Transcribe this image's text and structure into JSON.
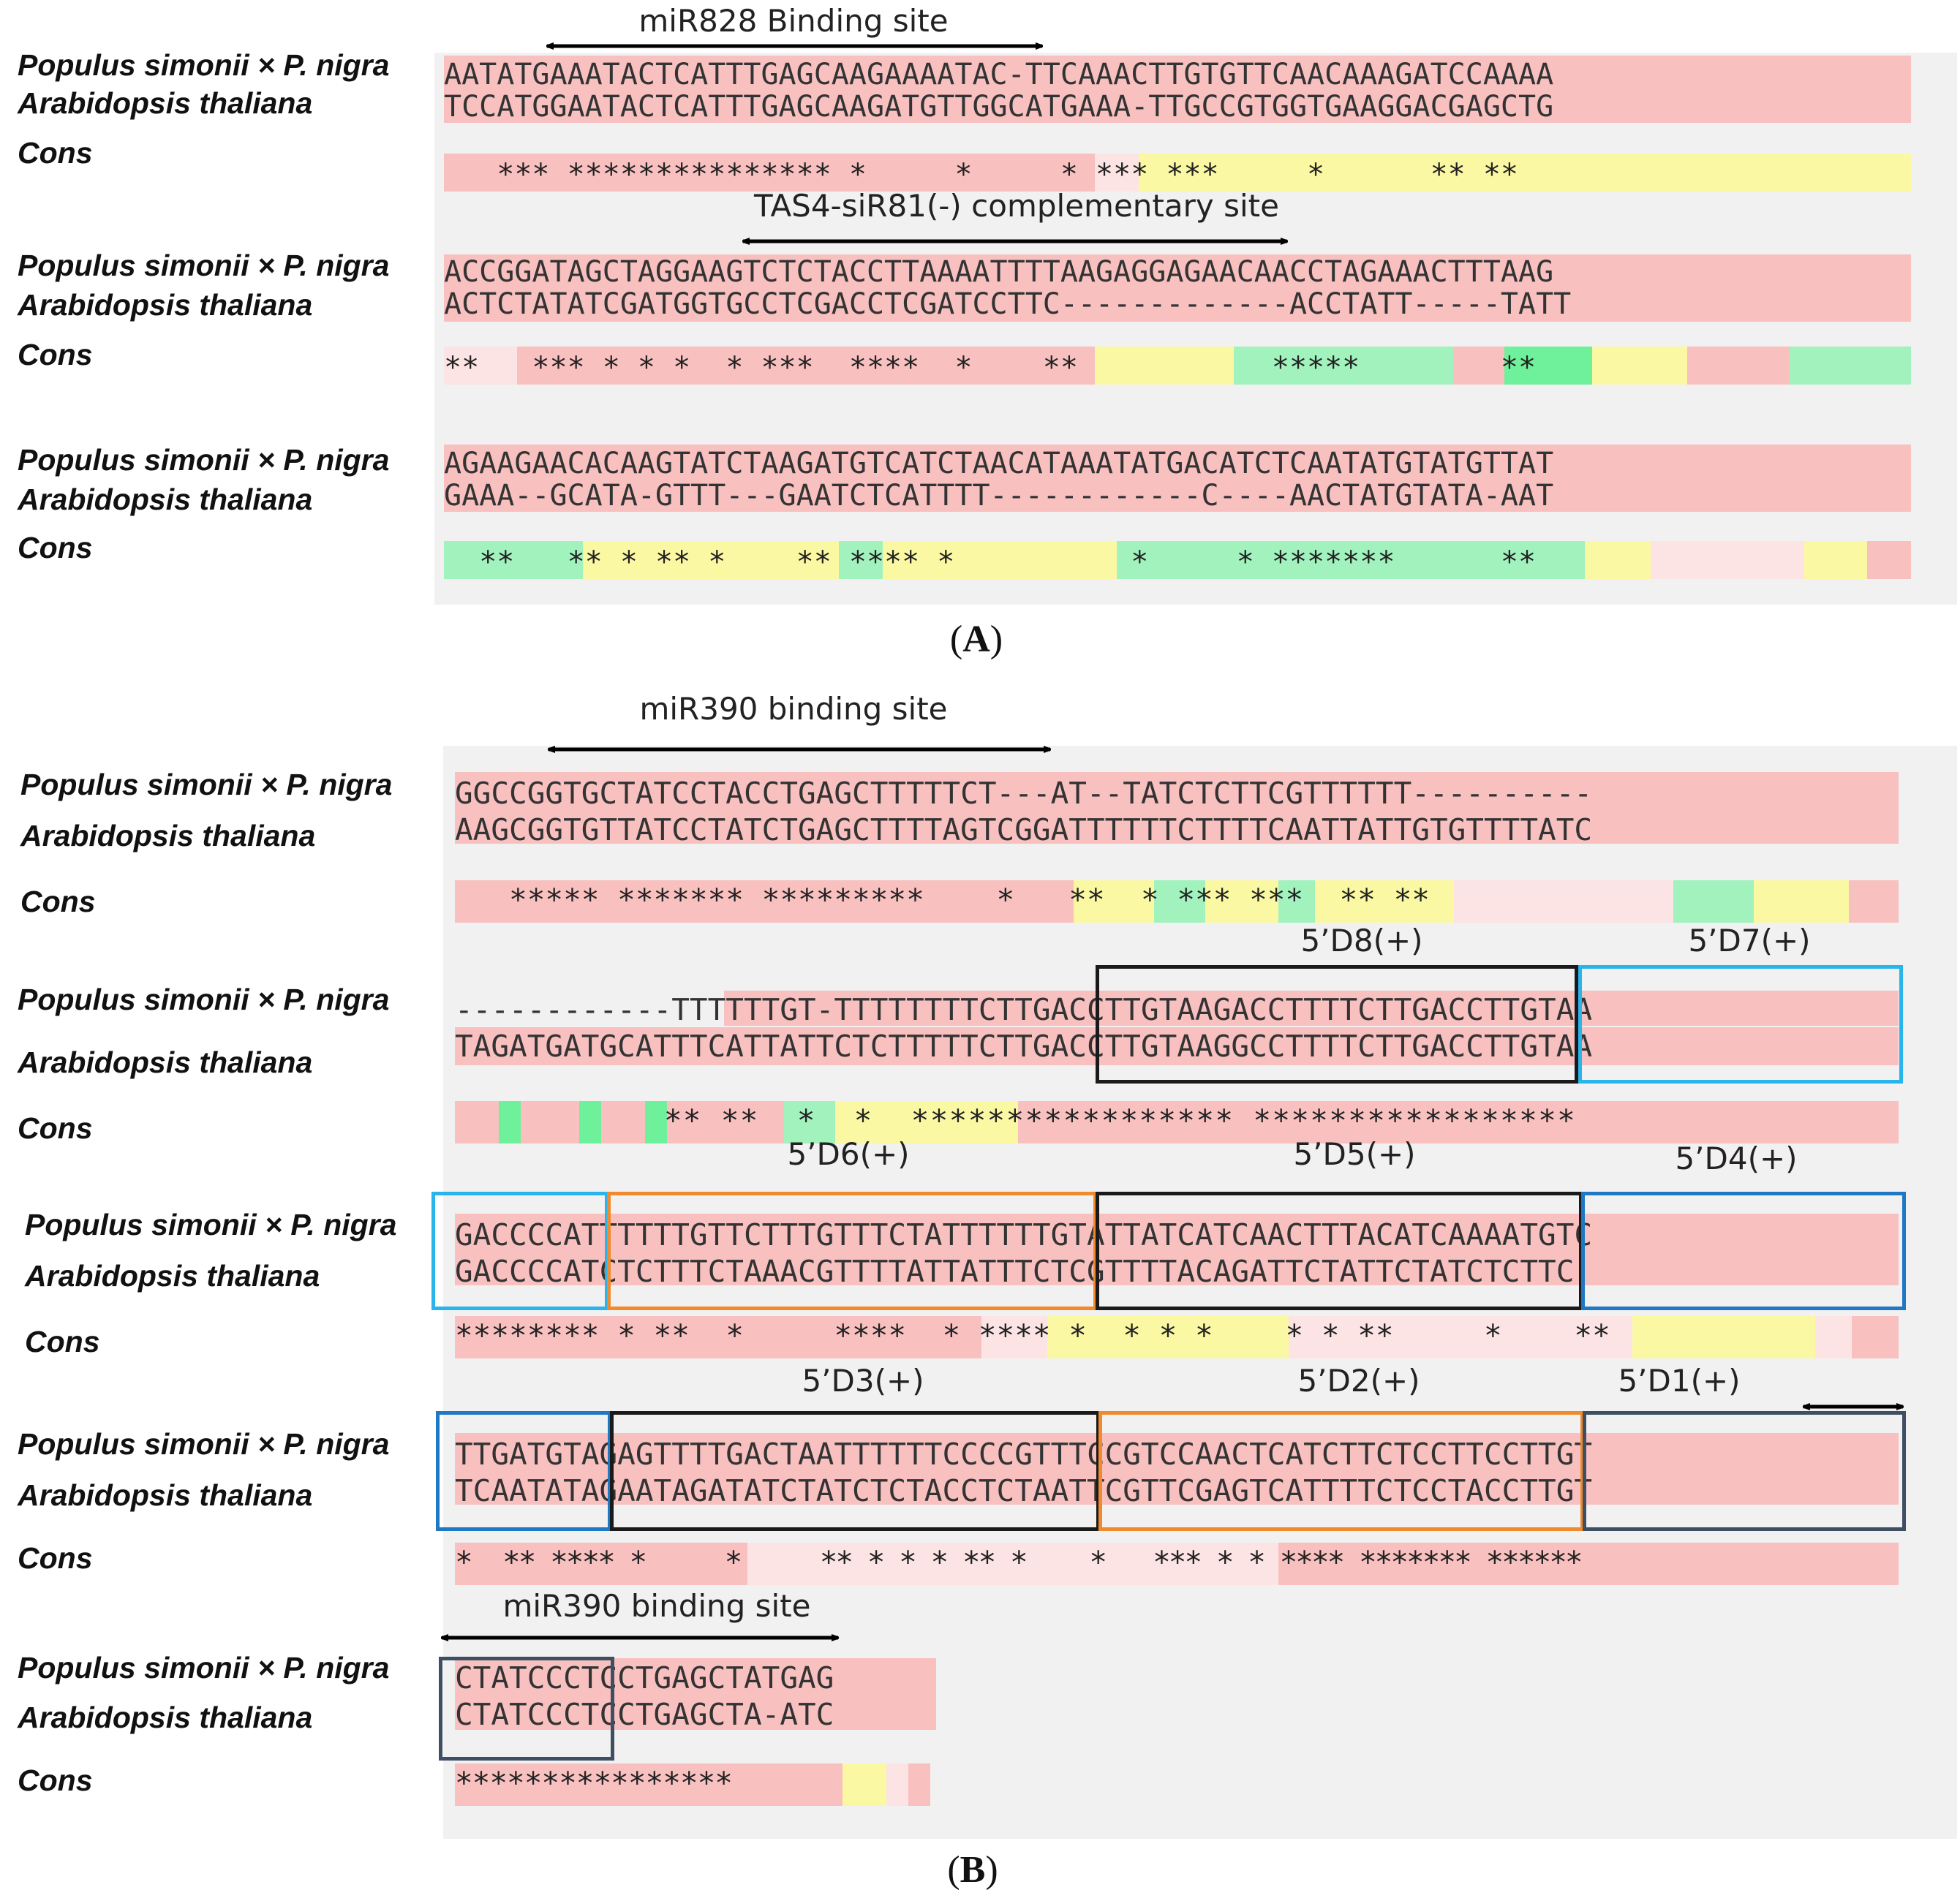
{
  "colors": {
    "pink": "#f9c0c0",
    "light_pink": "#fce4e4",
    "yellow": "#fbf8a4",
    "green": "#a2f2be",
    "dark_green": "#6ff09a",
    "box_black": "#1a1a1a",
    "box_light_blue": "#29b4ec",
    "box_orange": "#f08a2c",
    "box_blue": "#1f78c4",
    "box_slate": "#3f4f63"
  },
  "panel_a": {
    "letter": "A",
    "annotations": {
      "mir828": "miR828 Binding site",
      "tas4": "TAS4-siR81(-) complementary site"
    },
    "blocks": [
      {
        "species1": "Populus simonii × P. nigra",
        "species2": "Arabidopsis thaliana",
        "cons_label": "Cons",
        "seq1": "AATATGAAATACTCATTTGAGCAAGAAAATAC-TTCAAACTTGTGTTCAACAAAGATCCAAAA",
        "seq2": "TCCATGGAATACTCATTTGAGCAAGATGTTGGCATGAAA-TTGCCGTGGTGAAGGACGAGCTG",
        "cons": "   *** *************** *     *     * *** ***     *      ** **   "
      },
      {
        "species1": "Populus simonii × P. nigra",
        "species2": "Arabidopsis thaliana",
        "cons_label": "Cons",
        "seq1": "ACCGGATAGCTAGGAAGTCTCTACCTTAAAATTTTAAGAGGAGAACAACCTAGAAACTTTAAG",
        "seq2": "ACTCTATATCGATGGTGCCTCGACCTCGATCCTTC-------------ACCTATT-----TATT",
        "cons": "**   *** * * *  * ***  ****  *    **           *****        **  "
      },
      {
        "species1": "Populus simonii × P. nigra",
        "species2": "Arabidopsis thaliana",
        "cons_label": "Cons",
        "seq1": "AGAAGAACACAAGTATCTAAGATGTCATCTAACATAAATATGACATCTCAATATGTATGTTAT",
        "seq2": "GAAA--GCATA-GTTT---GAATCTCATTTT------------C----AACTATGTATA-AAT",
        "cons": "  **   ** * ** *    ** **** *          *     * *******      **   "
      }
    ]
  },
  "panel_b": {
    "letter": "B",
    "annotations": {
      "mir390_top": "miR390 binding site",
      "mir390_bottom": "miR390 binding site",
      "d8": "5’D8(+)",
      "d7": "5’D7(+)",
      "d6": "5’D6(+)",
      "d5": "5’D5(+)",
      "d4": "5’D4(+)",
      "d3": "5’D3(+)",
      "d2": "5’D2(+)",
      "d1": "5’D1(+)"
    },
    "blocks": [
      {
        "species1": "Populus simonii × P. nigra",
        "species2": "Arabidopsis thaliana",
        "cons_label": "Cons",
        "seq1": "GGCCGGTGCTATCCTACCTGAGCTTTTTCT---AT--TATCTCTTCGTTTTTT----------",
        "seq2": "AAGCGGTGTTATCCTATCTGAGCTTTTAGTCGGATTTTTTCTTTTCAATTATTGTGTTTTATC",
        "cons": "   ***** ******* *********    *   **  * *** ***  ** **         "
      },
      {
        "species1": "Populus simonii × P. nigra",
        "species2": "Arabidopsis thaliana",
        "cons_label": "Cons",
        "seq1": "------------TTTTTTGT-TTTTTTTTCTTGACCTTGTAAGACCTTTTCTTGACCTTGTAA",
        "seq2": "TAGATGATGCATTTCATTATTCTCTTTTTCTTGACCTTGTAAGGCCTTTTCTTGACCTTGTAA",
        "cons": "           ** **  *  *  ***************** *****************   "
      },
      {
        "species1": "Populus simonii × P. nigra",
        "species2": "Arabidopsis thaliana",
        "cons_label": "Cons",
        "seq1": "GACCCCATTTTTTGTTCTTTGTTTCTATTTTTTGTATTATCATCAACTTTACATCAAAATGTC",
        "seq2": "GACCCCATCTCTTTCTAAACGTTTTATTATTTCTCGTTTTACAGATTCTATTCTATCTCTTC",
        "cons": "******** * **  *     ****  * **** *  * * *    * * **     *    **"
      },
      {
        "species1": "Populus simonii × P. nigra",
        "species2": "Arabidopsis thaliana",
        "cons_label": "Cons",
        "seq1": "TTGATGTAGAGTTTTGACTAATTTTTTCCCCGTTTCCGTCCAACTCATCTTCTCCTTCCTTGT",
        "seq2": "TCAATATAGAATAGATATCTATCTCTACCTCTAATTCGTTCGAGTCATTTTCTCCTACCTTGT",
        "cons": "*  ** **** *     *     ** * * * ** *    *   *** * * **** ******* ******"
      },
      {
        "species1": "Populus simonii × P. nigra",
        "species2": "Arabidopsis thaliana",
        "cons_label": "Cons",
        "seq1": "CTATCCCTCCTGAGCTATGAG",
        "seq2": "CTATCCCTCCTGAGCTA-ATC",
        "cons": "****************"
      }
    ]
  }
}
